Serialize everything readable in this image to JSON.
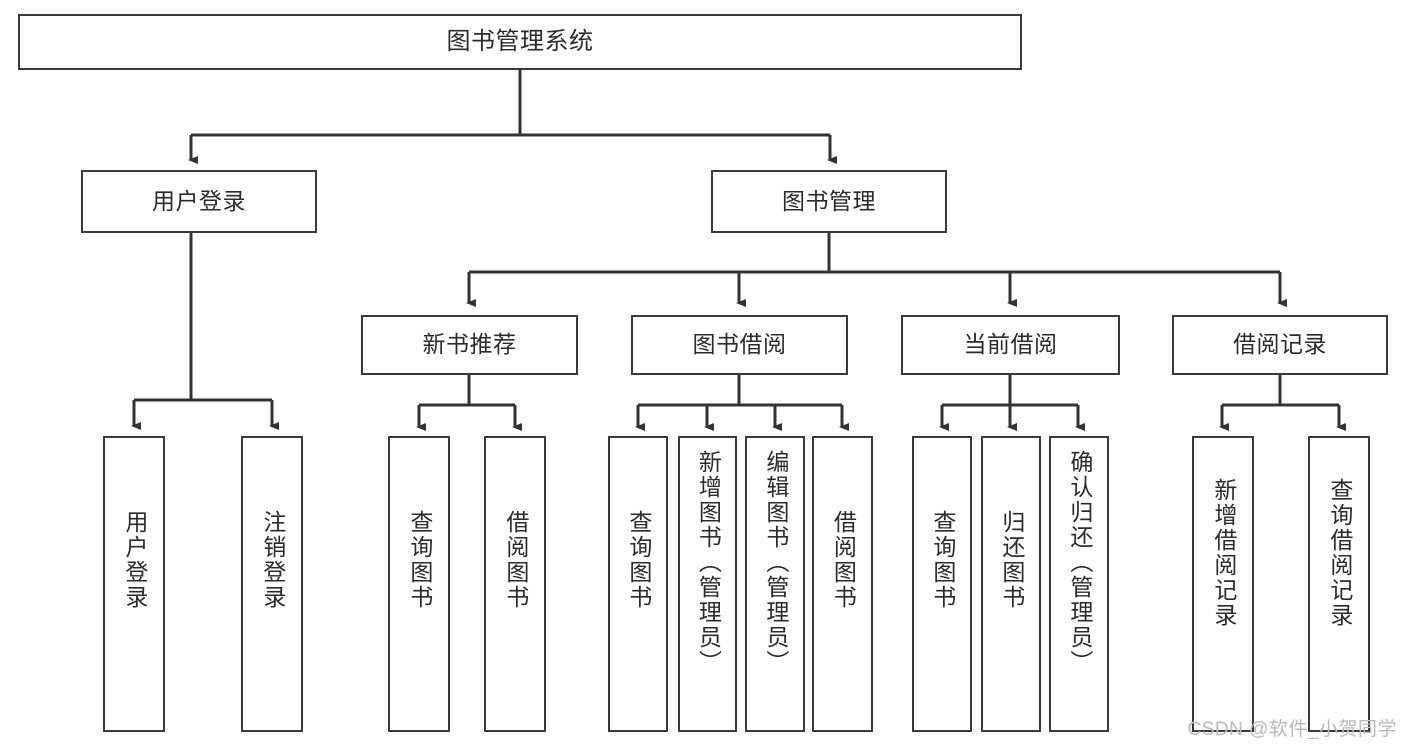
{
  "diagram": {
    "title": "图书管理系统",
    "watermark": "CSDN @软件_小贺同学",
    "line_color": "#333333",
    "box_border_color": "#3a3a3a",
    "background": "#ffffff",
    "nodes": {
      "root": "图书管理系统",
      "level2": {
        "user_login": "用户登录",
        "book_manage": "图书管理"
      },
      "level3": {
        "new_book_rec": "新书推荐",
        "book_borrow": "图书借阅",
        "current_borrow": "当前借阅",
        "borrow_record": "借阅记录"
      },
      "leaves": {
        "login_1": "用户登录",
        "login_2": "注销登录",
        "rec_1": "查询图书",
        "rec_2": "借阅图书",
        "borrow_1": "查询图书",
        "borrow_2": "新增图书（管理员）",
        "borrow_3": "编辑图书（管理员）",
        "borrow_4": "借阅图书",
        "current_1": "查询图书",
        "current_2": "归还图书",
        "current_3": "确认归还（管理员）",
        "record_1": "新增借阅记录",
        "record_2": "查询借阅记录"
      }
    }
  }
}
